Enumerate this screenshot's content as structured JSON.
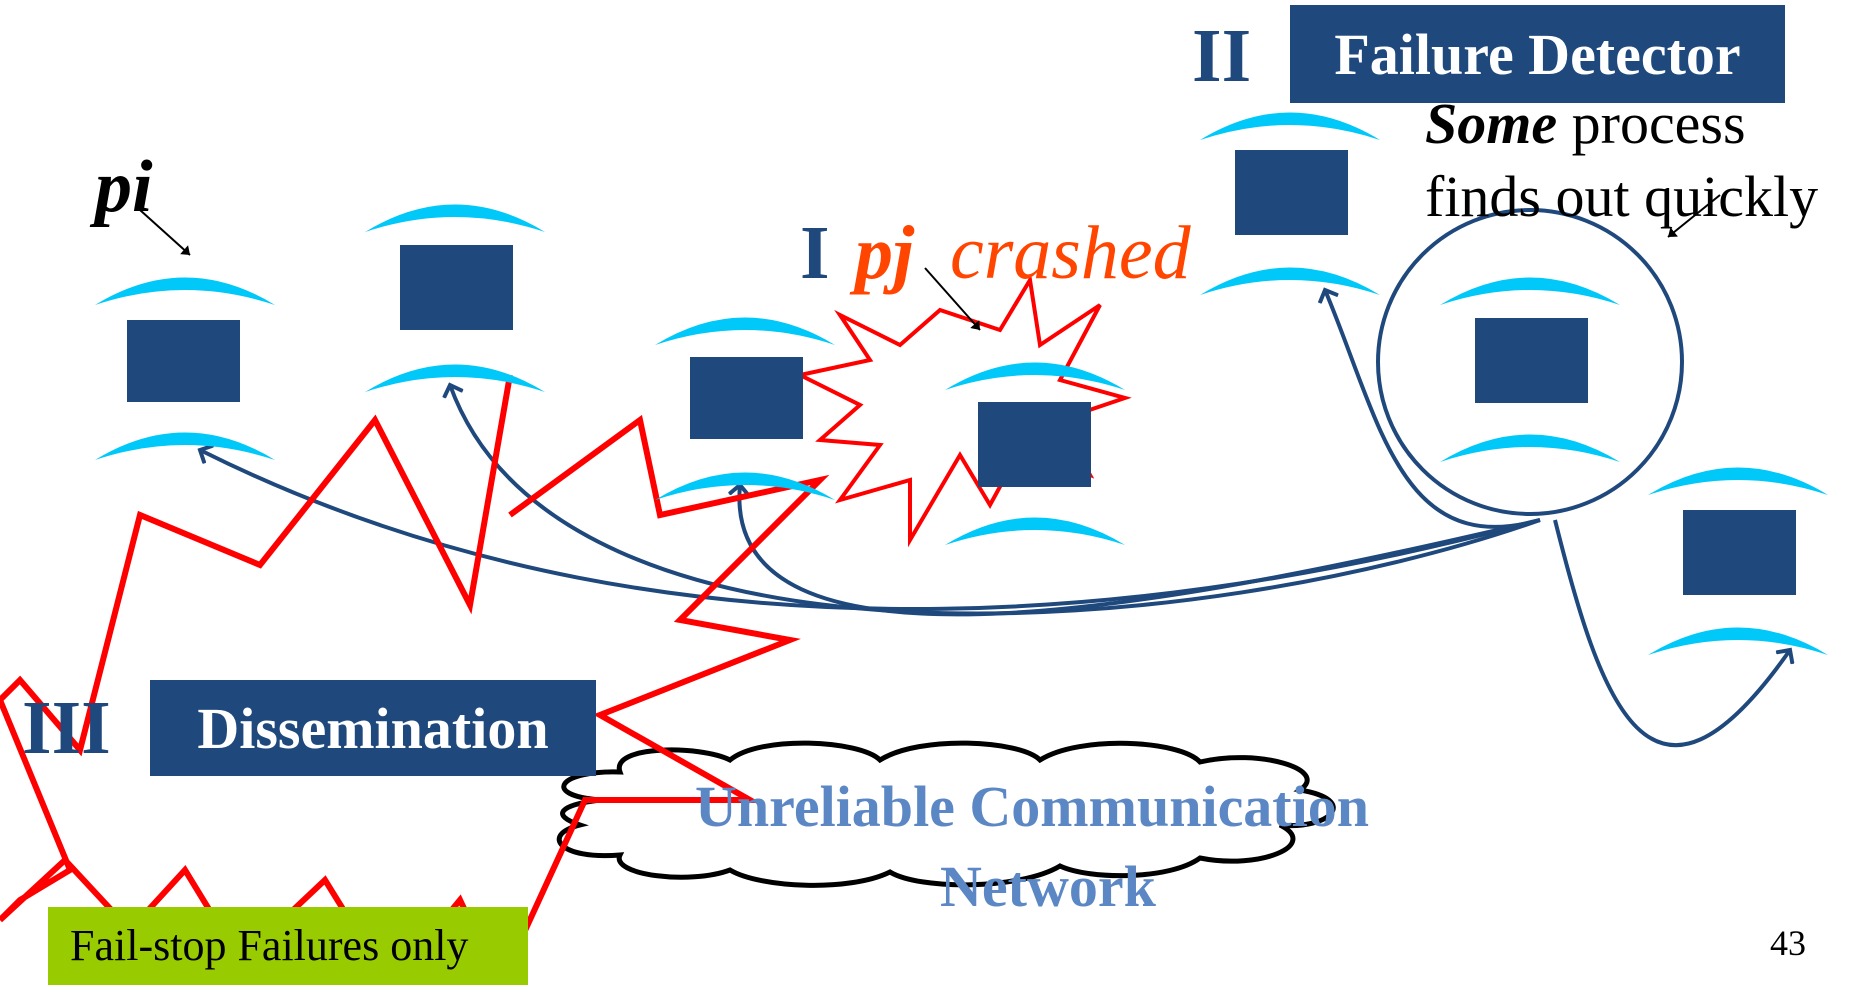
{
  "stages": [
    {
      "numeral": "I",
      "label_process": "pj",
      "label_text": "crashed"
    },
    {
      "numeral": "II",
      "label": "Failure Detector"
    },
    {
      "numeral": "III",
      "label": "Dissemination"
    }
  ],
  "pi_label": "pi",
  "some_process": {
    "emphasis": "Some",
    "line1_rest": " process",
    "line2": "finds out quickly"
  },
  "network": {
    "line1": "Unreliable Communication",
    "line2": "Network"
  },
  "footnote": "Fail-stop Failures only",
  "page_number": "43",
  "colors": {
    "process_cap": "#00c8f8",
    "process_body": "#1f497d",
    "arrow": "#1f497d",
    "explosion": "#ff0000",
    "crash_text": "#ff4500",
    "network_text": "#5b87c4",
    "footnote_bg": "#99cc00"
  }
}
